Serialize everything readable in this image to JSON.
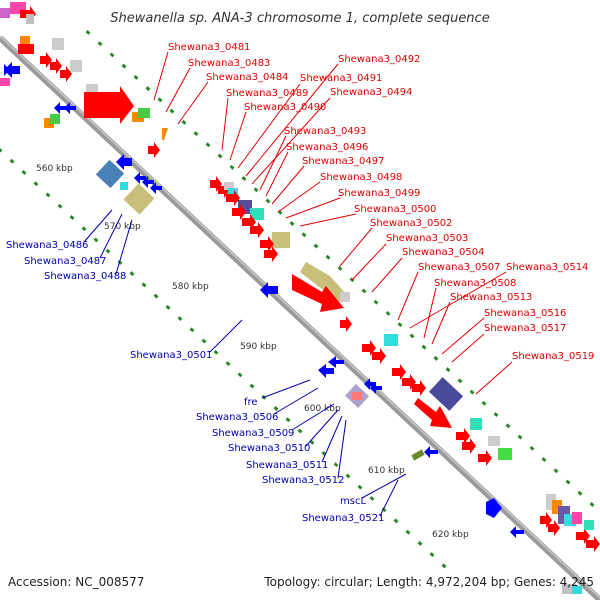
{
  "title": "Shewanella sp. ANA-3 chromosome 1, complete sequence",
  "footer": {
    "accession": "Accession: NC_008577",
    "summary": "Topology: circular; Length: 4,972,204 bp; Genes: 4,245"
  },
  "kbp_labels": [
    "560 kbp",
    "570 kbp",
    "580 kbp",
    "590 kbp",
    "600 kbp",
    "610 kbp",
    "620 kbp"
  ],
  "genes_forward": [
    "Shewana3_0481",
    "Shewana3_0483",
    "Shewana3_0484",
    "Shewana3_0489",
    "Shewana3_0490",
    "Shewana3_0491",
    "Shewana3_0492",
    "Shewana3_0494",
    "Shewana3_0493",
    "Shewana3_0496",
    "Shewana3_0497",
    "Shewana3_0498",
    "Shewana3_0499",
    "Shewana3_0500",
    "Shewana3_0502",
    "Shewana3_0503",
    "Shewana3_0504",
    "Shewana3_0507",
    "Shewana3_0514",
    "Shewana3_0508",
    "Shewana3_0513",
    "Shewana3_0516",
    "Shewana3_0517",
    "Shewana3_0519"
  ],
  "genes_reverse": [
    "Shewana3_0486",
    "Shewana3_0487",
    "Shewana3_0488",
    "Shewana3_0501",
    "fre",
    "Shewana3_0506",
    "Shewana3_0509",
    "Shewana3_0510",
    "Shewana3_0511",
    "Shewana3_0512",
    "mscL",
    "Shewana3_0521"
  ],
  "colors": {
    "forward_label": "#e00000",
    "reverse_label": "#0000b0",
    "backbone": "#888888",
    "cds_forward": "#ff0000",
    "cds_reverse": "#0000ff",
    "gc_tick": "#2a8a2a",
    "khaki": "#c8bf7a",
    "slate": "#4a4a9a",
    "teal": "#20e0b0",
    "orange": "#ff8800"
  }
}
